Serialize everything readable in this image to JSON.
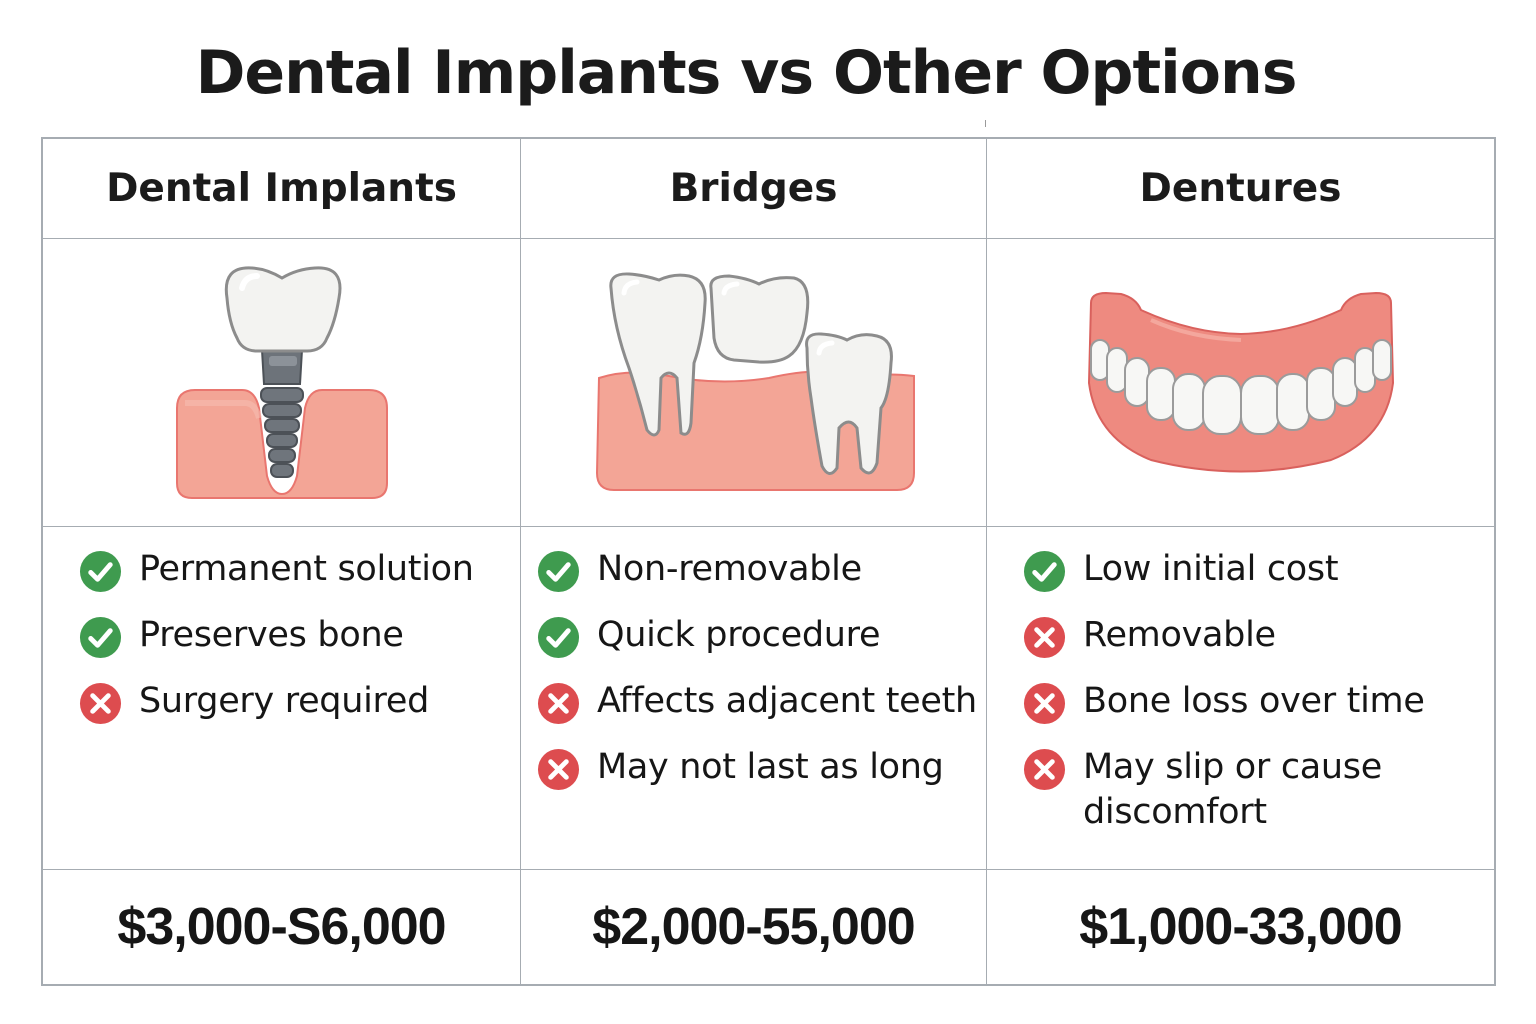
{
  "title": "Dental Implants vs Other Options",
  "colors": {
    "pro_icon": "#3f9b4f",
    "con_icon": "#dd4c4f",
    "gum": "#f3a596",
    "gum_edge": "#e9766f",
    "tooth": "#f3f3f1",
    "tooth_outline": "#8c8c8c",
    "implant_metal": "#6d737a",
    "grid_border": "#a6acb2"
  },
  "columns": [
    {
      "header": "Dental Implants",
      "illustration": "dental-implant-illustration",
      "features": [
        {
          "type": "pro",
          "icon": "check-circle-icon",
          "text": "Permanent solution"
        },
        {
          "type": "pro",
          "icon": "check-circle-icon",
          "text": "Preserves bone"
        },
        {
          "type": "con",
          "icon": "x-circle-icon",
          "text": "Surgery required"
        }
      ],
      "price": "$3,000-S6,000"
    },
    {
      "header": "Bridges",
      "illustration": "dental-bridge-illustration",
      "features": [
        {
          "type": "pro",
          "icon": "check-circle-icon",
          "text": "Non-removable"
        },
        {
          "type": "pro",
          "icon": "check-circle-icon",
          "text": "Quick procedure"
        },
        {
          "type": "con",
          "icon": "x-circle-icon",
          "text": "Affects adjacent teeth"
        },
        {
          "type": "con",
          "icon": "x-circle-icon",
          "text": "May not last as long"
        }
      ],
      "price": "$2,000-55,000"
    },
    {
      "header": "Dentures",
      "illustration": "dentures-illustration",
      "features": [
        {
          "type": "pro",
          "icon": "check-circle-icon",
          "text": "Low initial cost"
        },
        {
          "type": "con",
          "icon": "x-circle-icon",
          "text": "Removable"
        },
        {
          "type": "con",
          "icon": "x-circle-icon",
          "text": "Bone loss over time"
        },
        {
          "type": "con",
          "icon": "x-circle-icon",
          "text": "May slip or cause discomfort"
        }
      ],
      "price": "$1,000-33,000"
    }
  ]
}
